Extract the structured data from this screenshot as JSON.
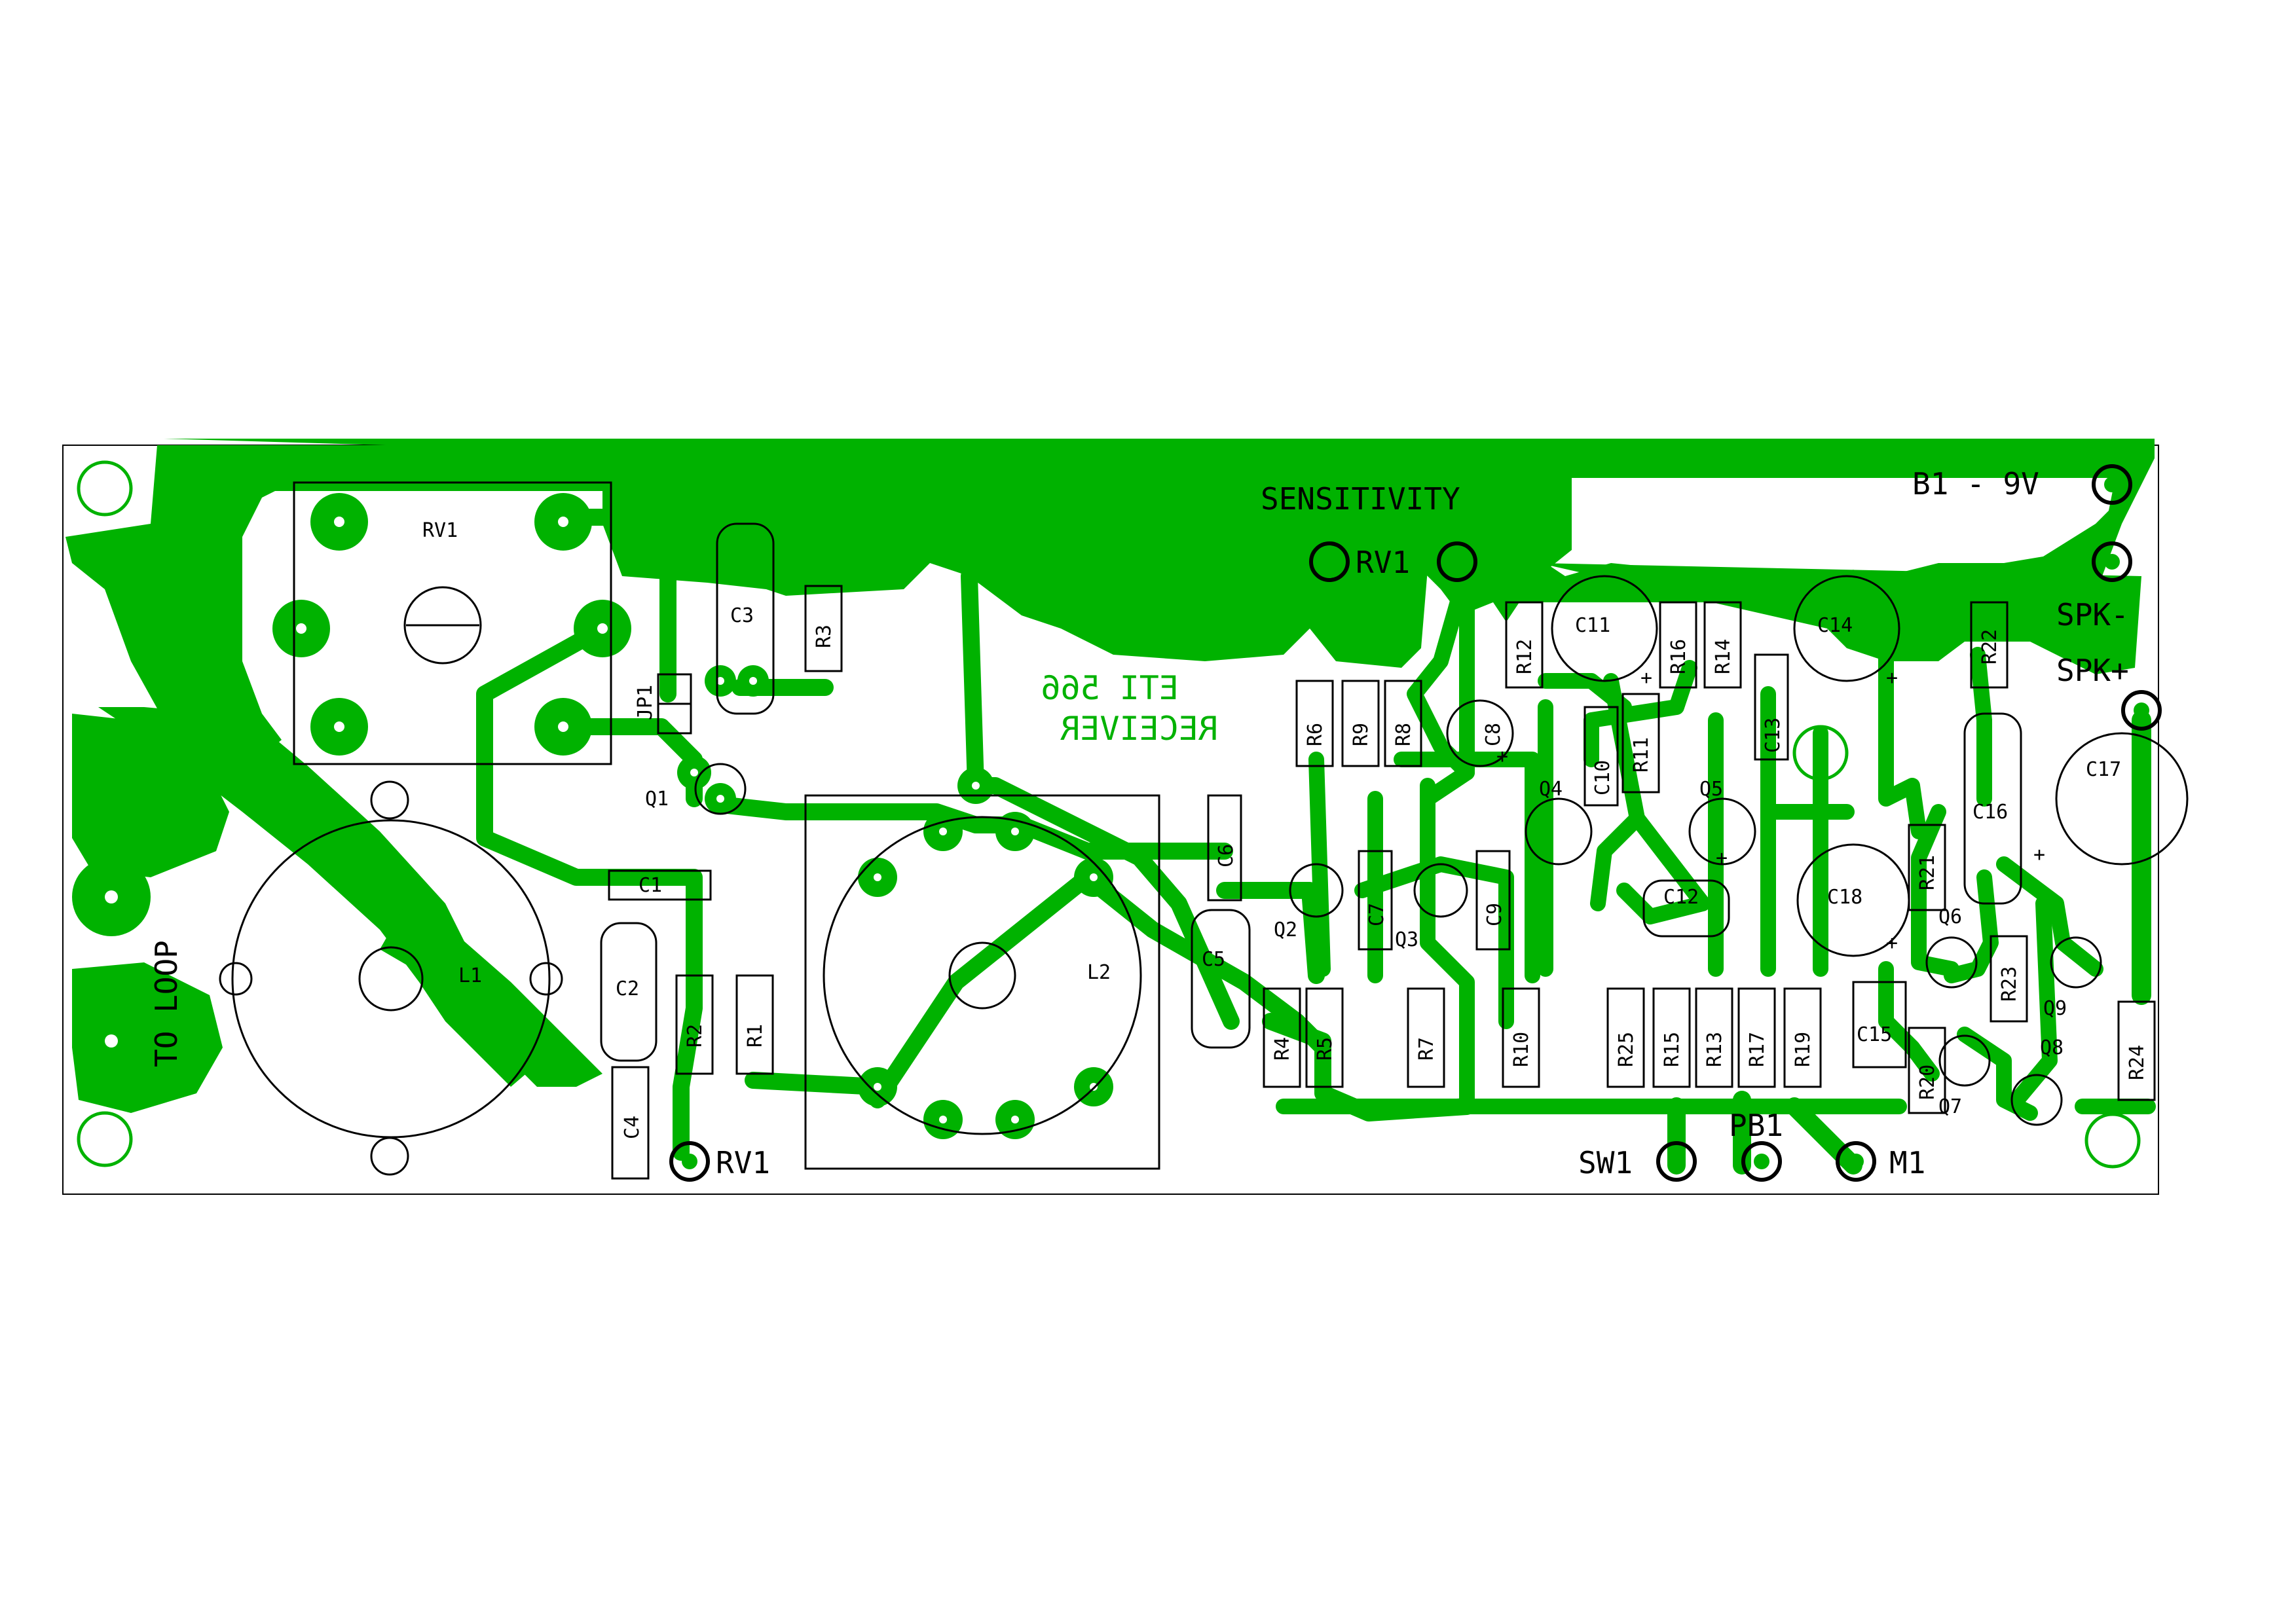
{
  "board": {
    "title_line1": "ETI 566",
    "title_line2": "RECEIVER",
    "sensitivity_label": "SENSITIVITY",
    "to_loop_label": "TO LOOP",
    "colors": {
      "copper": "#00b200",
      "silkscreen": "#000000",
      "board": "#ffffff"
    }
  },
  "connectors": {
    "rv1_top": "RV1",
    "rv1_bottom": "RV1",
    "battery": "B1 - 9V",
    "spk_minus": "SPK-",
    "spk_plus": "SPK+",
    "sw1": "SW1",
    "pb1": "PB1",
    "m1": "M1"
  },
  "components": {
    "RV1": "RV1",
    "JP1": "JP1",
    "Q1": "Q1",
    "C1": "C1",
    "C2": "C2",
    "C3": "C3",
    "C4": "C4",
    "R1": "R1",
    "R2": "R2",
    "R3": "R3",
    "L1": "L1",
    "L2": "L2",
    "C5": "C5",
    "C6": "C6",
    "C7": "C7",
    "C8": "C8",
    "C9": "C9",
    "C10": "C10",
    "C11": "C11",
    "C12": "C12",
    "C13": "C13",
    "C14": "C14",
    "C15": "C15",
    "C16": "C16",
    "C17": "C17",
    "C18": "C18",
    "Q2": "Q2",
    "Q3": "Q3",
    "Q4": "Q4",
    "Q5": "Q5",
    "Q6": "Q6",
    "Q7": "Q7",
    "Q8": "Q8",
    "Q9": "Q9",
    "R4": "R4",
    "R5": "R5",
    "R6": "R6",
    "R7": "R7",
    "R8": "R8",
    "R9": "R9",
    "R10": "R10",
    "R11": "R11",
    "R12": "R12",
    "R13": "R13",
    "R14": "R14",
    "R15": "R15",
    "R16": "R16",
    "R17": "R17",
    "R19": "R19",
    "R20": "R20",
    "R21": "R21",
    "R22": "R22",
    "R23": "R23",
    "R24": "R24",
    "R25": "R25"
  },
  "polarity_marks": {
    "plus": "+"
  }
}
